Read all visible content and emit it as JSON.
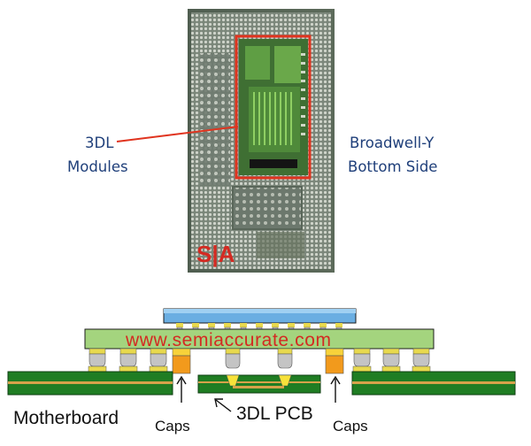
{
  "chip": {
    "modules_label_line1": "3DL",
    "modules_label_line2": "Modules",
    "side_label_line1": "Broadwell-Y",
    "side_label_line2": "Bottom Side",
    "logo": "S|A"
  },
  "cross_section": {
    "watermark": "www.semiaccurate.com",
    "caps_left": "Caps",
    "caps_right": "Caps",
    "pcb_label": "3DL PCB",
    "board_label": "Motherboard"
  },
  "colors": {
    "label_blue": "#1f3f7a",
    "highlight_red": "#e0341f",
    "substrate_green": "#a4d47e",
    "board_green": "#1f7d23",
    "trace_gold": "#d6a24a",
    "die_blue": "#6aaee2",
    "cap_orange": "#f29a1c",
    "watermark_red": "#d42a22"
  }
}
